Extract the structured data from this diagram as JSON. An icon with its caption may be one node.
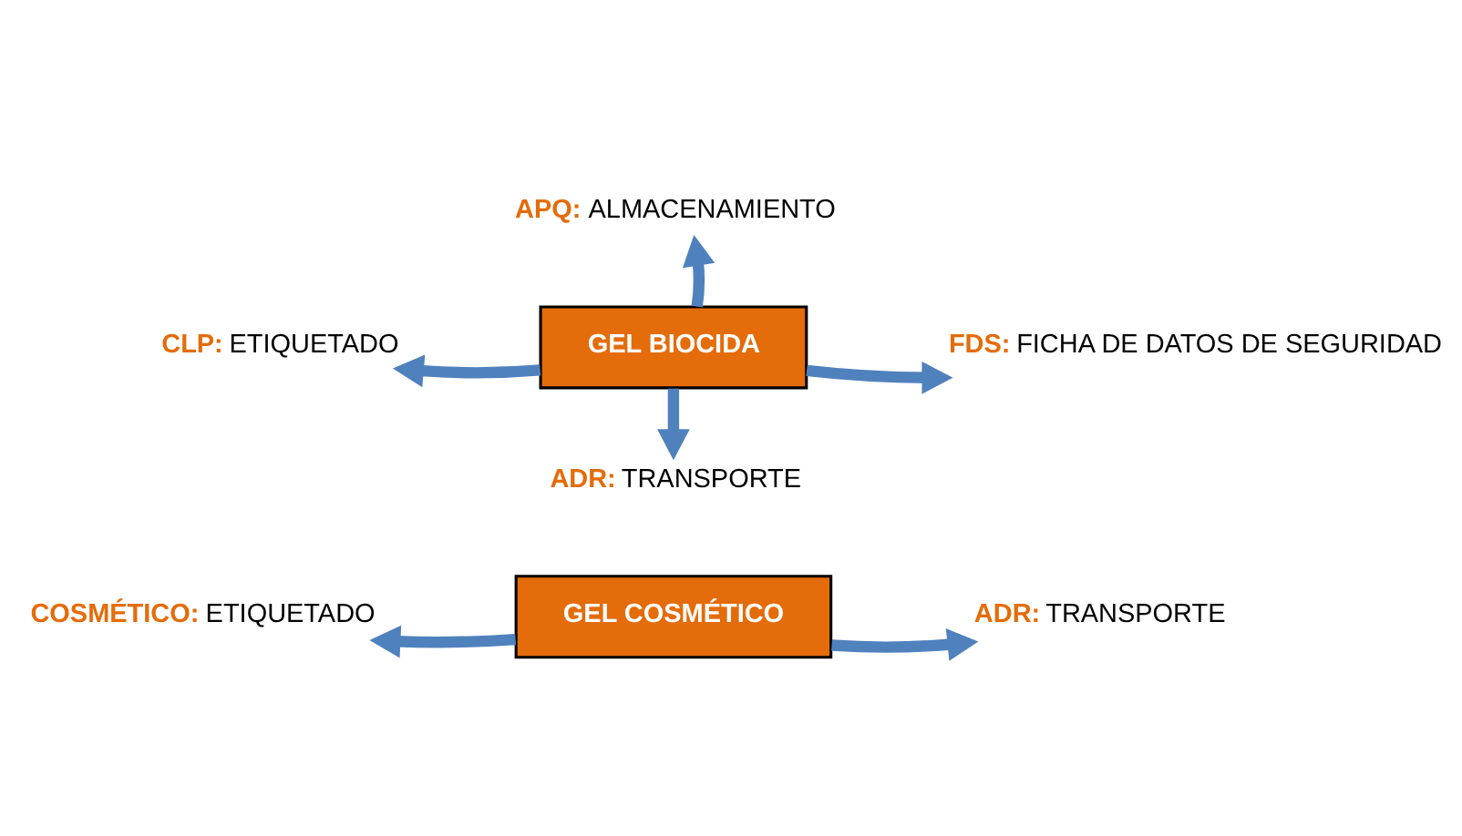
{
  "diagram": {
    "nodes": [
      {
        "text": [
          "GEL BIOCIDA"
        ]
      },
      {
        "text": [
          "**APQ:** ALMACENAMIENTO"
        ]
      },
      {
        "text": [
          "**CLP:** ETIQUETADO"
        ]
      },
      {
        "text": [
          "**FDS:** FICHA DE DATOS DE SEGURIDAD"
        ]
      },
      {
        "text": [
          "**ADR:** TRANSPORTE"
        ]
      },
      {
        "text": [
          "GEL COSMÉTICO"
        ]
      },
      {
        "text": [
          "**COSMÉTICO:** ETIQUETADO"
        ]
      },
      {
        "text": [
          "**ADR:** TRANSPORTE"
        ]
      }
    ],
    "edges": [
      {
        "from": 0,
        "to": 1,
        "arrow": "to"
      },
      {
        "from": 0,
        "to": 2,
        "arrow": "to"
      },
      {
        "from": 0,
        "to": 3,
        "arrow": "to"
      },
      {
        "from": 0,
        "to": 4,
        "arrow": "to"
      },
      {
        "from": 5,
        "to": 6,
        "arrow": "to"
      },
      {
        "from": 5,
        "to": 7,
        "arrow": "to"
      }
    ]
  }
}
